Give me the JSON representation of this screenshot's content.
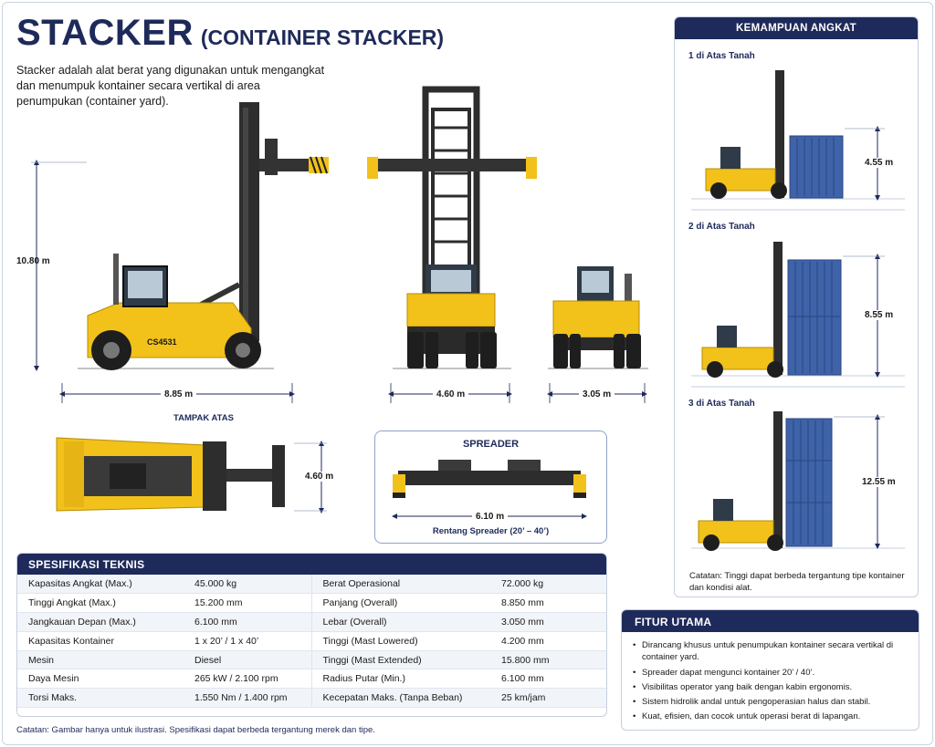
{
  "header": {
    "title": "STACKER",
    "subtitle": "(CONTAINER STACKER)",
    "intro": "Stacker adalah alat berat yang digunakan untuk mengangkat dan menumpuk kontainer secara vertikal di area penumpukan (container yard)."
  },
  "dimensions": {
    "height": "10.80 m",
    "length": "8.85 m",
    "front_width": "4.60 m",
    "rear_width": "3.05 m",
    "top_view_label": "TAMPAK ATAS",
    "top_width": "4.60 m",
    "model_code": "CS4531"
  },
  "spreader": {
    "title": "SPREADER",
    "width": "6.10 m",
    "caption": "Rentang Spreader (20’ – 40’)"
  },
  "specs": {
    "title": "SPESIFIKASI TEKNIS",
    "rows": [
      {
        "l1": "Kapasitas Angkat (Max.)",
        "v1": "45.000 kg",
        "l2": "Berat Operasional",
        "v2": "72.000 kg"
      },
      {
        "l1": "Tinggi Angkat (Max.)",
        "v1": "15.200 mm",
        "l2": "Panjang (Overall)",
        "v2": "8.850 mm"
      },
      {
        "l1": "Jangkauan Depan (Max.)",
        "v1": "6.100 mm",
        "l2": "Lebar (Overall)",
        "v2": "3.050 mm"
      },
      {
        "l1": "Kapasitas Kontainer",
        "v1": "1 x 20’ / 1 x 40’",
        "l2": "Tinggi (Mast Lowered)",
        "v2": "4.200 mm"
      },
      {
        "l1": "Mesin",
        "v1": "Diesel",
        "l2": "Tinggi (Mast Extended)",
        "v2": "15.800 mm"
      },
      {
        "l1": "Daya Mesin",
        "v1": "265 kW / 2.100 rpm",
        "l2": "Radius Putar (Min.)",
        "v2": "6.100 mm"
      },
      {
        "l1": "Torsi Maks.",
        "v1": "1.550 Nm / 1.400 rpm",
        "l2": "Kecepatan Maks. (Tanpa Beban)",
        "v2": "25 km/jam"
      }
    ]
  },
  "footnote": "Catatan: Gambar hanya untuk ilustrasi. Spesifikasi dapat berbeda tergantung merek dan tipe.",
  "capacity": {
    "title": "KEMAMPUAN ANGKAT",
    "levels": [
      {
        "label": "1 di Atas Tanah",
        "height": "4.55 m"
      },
      {
        "label": "2 di Atas Tanah",
        "height": "8.55 m"
      },
      {
        "label": "3 di Atas Tanah",
        "height": "12.55 m"
      }
    ],
    "note": "Catatan: Tinggi dapat berbeda tergantung tipe kontainer dan kondisi alat."
  },
  "features": {
    "title": "FITUR UTAMA",
    "items": [
      "Dirancang khusus untuk penumpukan kontainer secara vertikal di container yard.",
      "Spreader dapat mengunci kontainer 20’ / 40’.",
      "Visibilitas operator yang baik dengan kabin ergonomis.",
      "Sistem hidrolik andal untuk pengoperasian halus dan stabil.",
      "Kuat, efisien, dan cocok untuk operasi berat di lapangan."
    ]
  },
  "colors": {
    "navy": "#1e2a5a",
    "machine_yellow": "#f2c21b",
    "container_blue": "#3f63a8"
  }
}
